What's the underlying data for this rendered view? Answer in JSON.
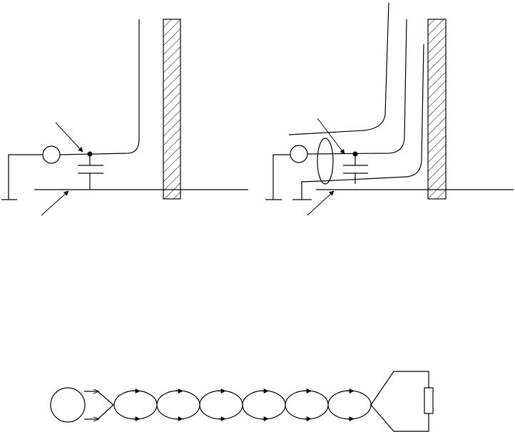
{
  "diagram": {
    "panels": [
      {
        "id": "left",
        "labels": []
      },
      {
        "id": "right",
        "labels": []
      },
      {
        "id": "bottom",
        "loop_count": 6,
        "labels": []
      }
    ],
    "colors": {
      "stroke": "#000000",
      "background": "#ffffff"
    }
  }
}
